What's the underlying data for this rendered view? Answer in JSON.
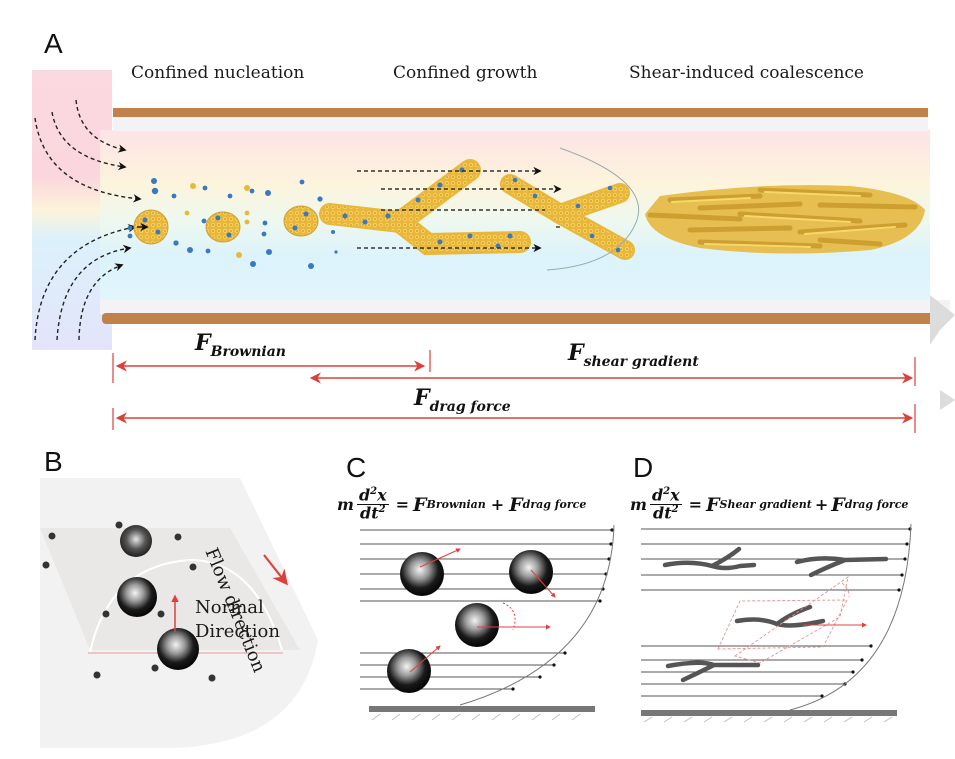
{
  "panels": {
    "a": {
      "label": "A",
      "stages": [
        "Confined nucleation",
        "Confined growth",
        "Shear-induced coalescence"
      ],
      "forces": {
        "brownian": {
          "symbol": "F",
          "subscript": "Brownian"
        },
        "shear_gradient": {
          "symbol": "F",
          "subscript": "shear gradient"
        },
        "drag_force": {
          "symbol": "F",
          "subscript": "drag force"
        }
      }
    },
    "b": {
      "label": "B",
      "flow_direction": "Flow direction",
      "normal_direction_line1": "Normal",
      "normal_direction_line2": "Direction"
    },
    "c": {
      "label": "C",
      "equation": {
        "lhs_coeff": "m",
        "numerator": "d",
        "num_sup": "2",
        "num_var": "x",
        "denominator": "dt",
        "den_sup": "2",
        "equals": "=",
        "term1_symbol": "F",
        "term1_sub": "Brownian",
        "plus": "+",
        "term2_symbol": "F",
        "term2_sub": "drag force"
      }
    },
    "d": {
      "label": "D",
      "equation": {
        "lhs_coeff": "m",
        "numerator": "d",
        "num_sup": "2",
        "num_var": "x",
        "denominator": "dt",
        "den_sup": "2",
        "equals": "=",
        "term1_symbol": "F",
        "term1_sub": "Shear gradient",
        "plus": "+",
        "term2_symbol": "F",
        "term2_sub": "drag force"
      }
    }
  },
  "colors": {
    "wall": "#c0824a",
    "arrow_red": "#d9413a",
    "particle_gold": "#e8b83a",
    "particle_blue": "#3a78c0",
    "sphere_dark": "#111111"
  }
}
